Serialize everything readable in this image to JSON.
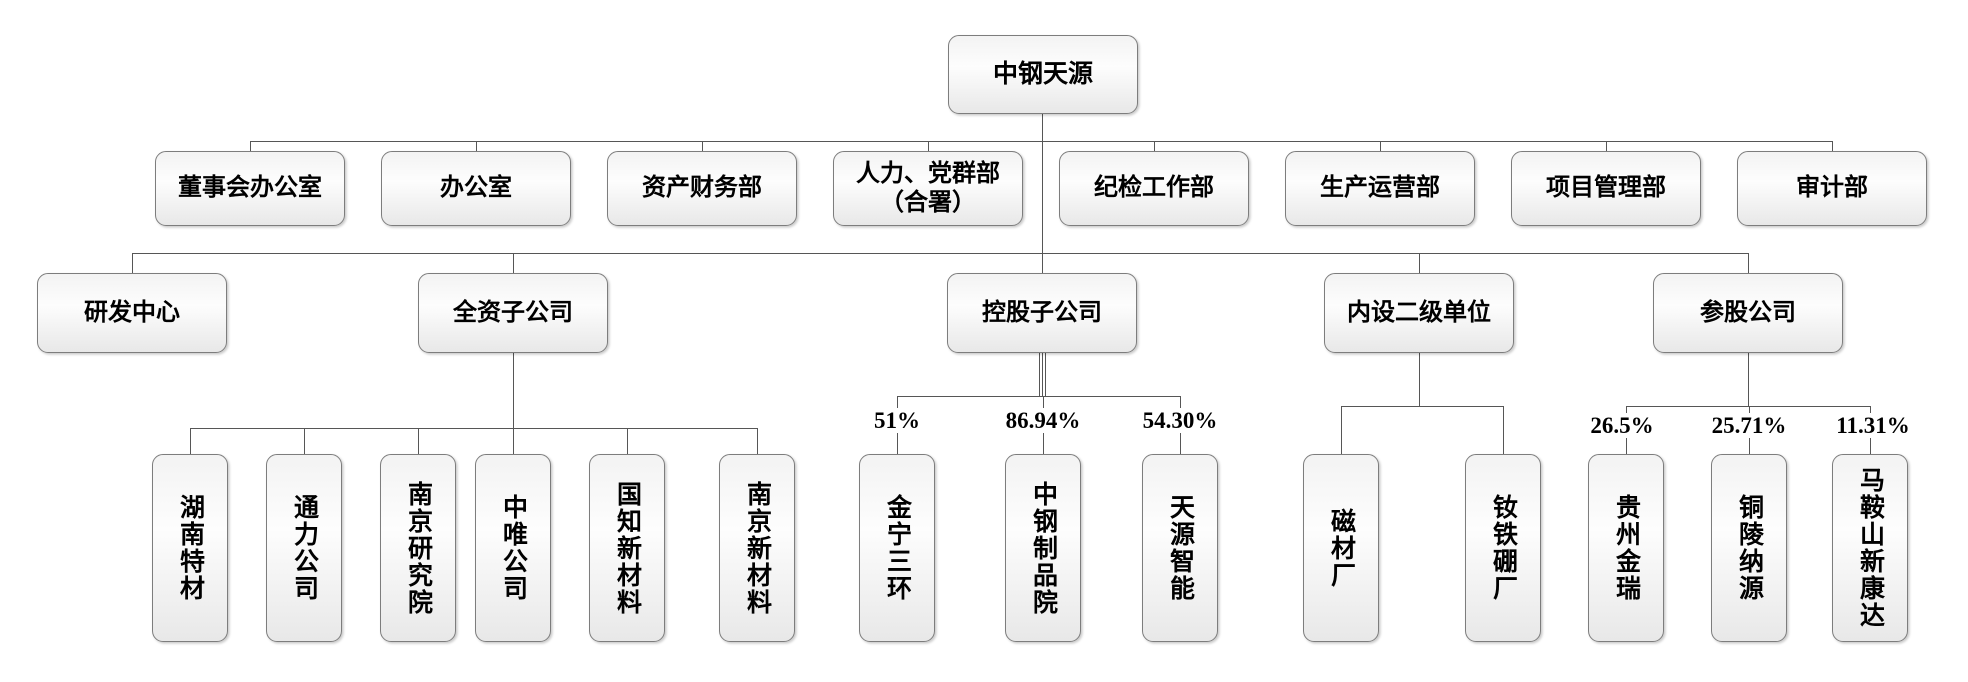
{
  "root": {
    "label": "中钢天源"
  },
  "departments": [
    "董事会办公室",
    "办公室",
    "资产财务部",
    "人力、党群部\n（合署）",
    "纪检工作部",
    "生产运营部",
    "项目管理部",
    "审计部"
  ],
  "sections": {
    "rd": {
      "label": "研发中心"
    },
    "wholly": {
      "label": "全资子公司",
      "children": [
        "湖南特材",
        "通力公司",
        "南京研究院",
        "中唯公司",
        "国知新材料",
        "南京新材料"
      ]
    },
    "holding": {
      "label": "控股子公司",
      "children": [
        {
          "ownership": "51%",
          "label": "金宁三环"
        },
        {
          "ownership": "86.94%",
          "label": "中钢制品院"
        },
        {
          "ownership": "54.30%",
          "label": "天源智能"
        }
      ]
    },
    "internal": {
      "label": "内设二级单位",
      "children": [
        "磁材厂",
        "钕铁硼厂"
      ]
    },
    "invested": {
      "label": "参股公司",
      "children": [
        {
          "ownership": "26.5%",
          "label": "贵州金瑞"
        },
        {
          "ownership": "25.71%",
          "label": "铜陵纳源"
        },
        {
          "ownership": "11.31%",
          "label": "马鞍山新康达"
        }
      ]
    }
  },
  "colors": {
    "connector": "#565656",
    "box_border": "#7d7d7d",
    "box_fill_top": "#f3f3f3",
    "box_fill_bottom": "#e8e8e8"
  }
}
